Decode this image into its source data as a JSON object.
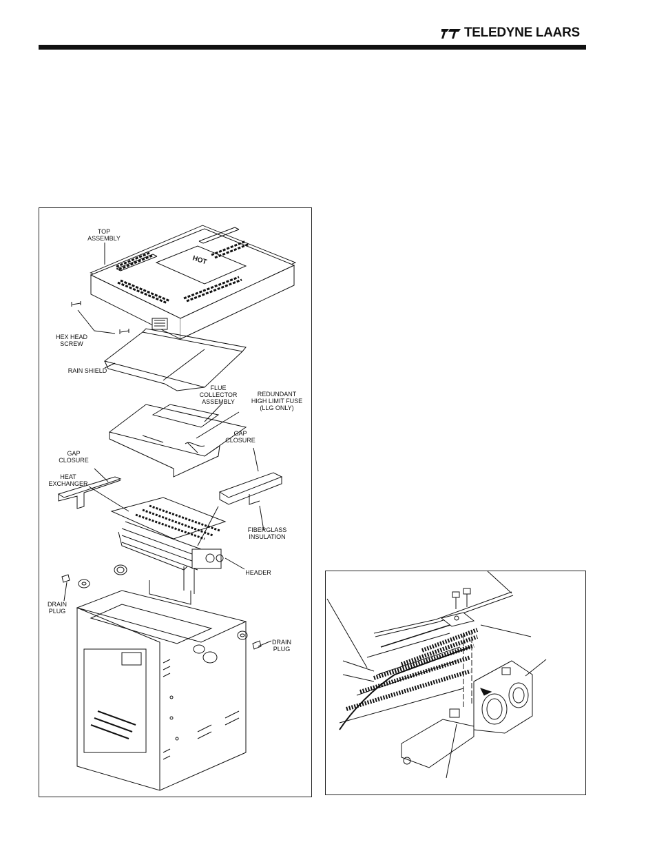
{
  "header": {
    "brand": "TELEDYNE LAARS"
  },
  "figure_left": {
    "hot_marking": "HOT",
    "labels": {
      "top_assembly_1": "TOP",
      "top_assembly_2": "ASSEMBLY",
      "hex_head_screw_1": "HEX HEAD",
      "hex_head_screw_2": "SCREW",
      "rain_shield": "RAIN SHIELD",
      "flue_collector_1": "FLUE",
      "flue_collector_2": "COLLECTOR",
      "flue_collector_3": "ASSEMBLY",
      "redundant_fuse_1": "REDUNDANT",
      "redundant_fuse_2": "HIGH LIMIT FUSE",
      "redundant_fuse_3": "(LLG ONLY)",
      "gap_closure_left_1": "GAP",
      "gap_closure_left_2": "CLOSURE",
      "gap_closure_right_1": "GAP",
      "gap_closure_right_2": "CLOSURE",
      "heat_exchanger_1": "HEAT",
      "heat_exchanger_2": "EXCHANGER",
      "fiberglass_1": "FIBERGLASS",
      "fiberglass_2": "INSULATION",
      "header": "HEADER",
      "drain_plug_left_1": "DRAIN",
      "drain_plug_left_2": "PLUG",
      "drain_plug_right_1": "DRAIN",
      "drain_plug_right_2": "PLUG"
    }
  }
}
